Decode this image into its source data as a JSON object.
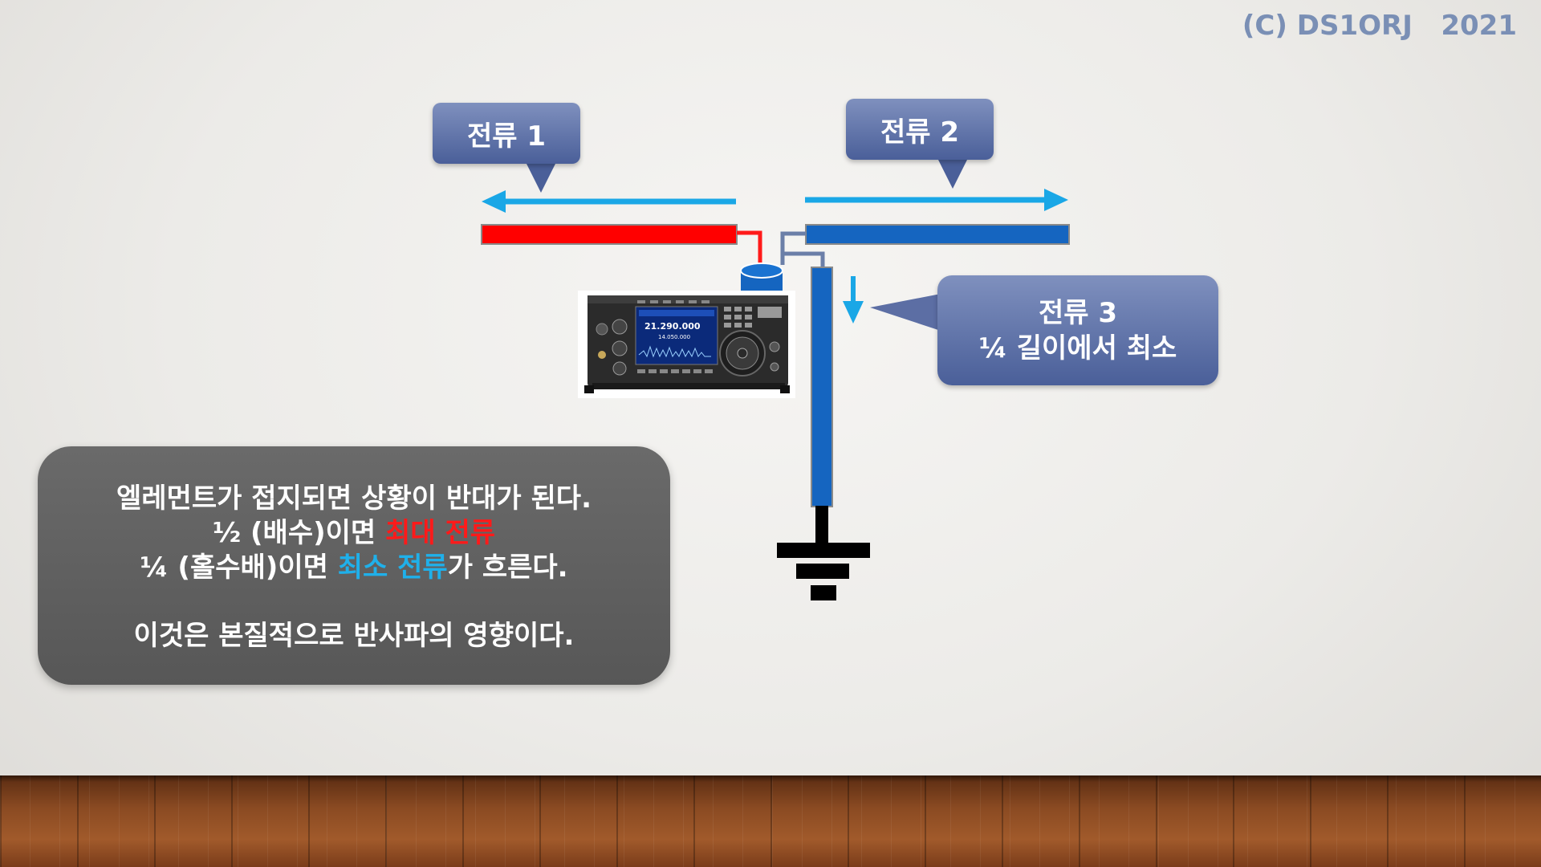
{
  "copyright": "(C) DS1ORJ   2021",
  "callouts": {
    "current1": "전류 1",
    "current2": "전류 2",
    "current3_line1": "전류 3",
    "current3_line2": "¼ 길이에서 최소"
  },
  "radio": {
    "frequency_main": "21.290.000",
    "frequency_sub": "14.050.000"
  },
  "note": {
    "line1": "엘레먼트가  접지되면 상황이 반대가 된다.",
    "line2_prefix": "½ (배수)이면 ",
    "line2_highlight": "최대 전류",
    "line3_prefix": "¼ (홀수배)이면 ",
    "line3_highlight": "최소 전류",
    "line3_suffix": "가 흐른다.",
    "line4": "이것은 본질적으로 반사파의 영향이다."
  },
  "colors": {
    "element_left": "#ff0000",
    "element_right": "#1565c0",
    "arrow": "#1aa7e6",
    "callout": "#5b6fa8",
    "note_box": "#5f5f5f"
  }
}
